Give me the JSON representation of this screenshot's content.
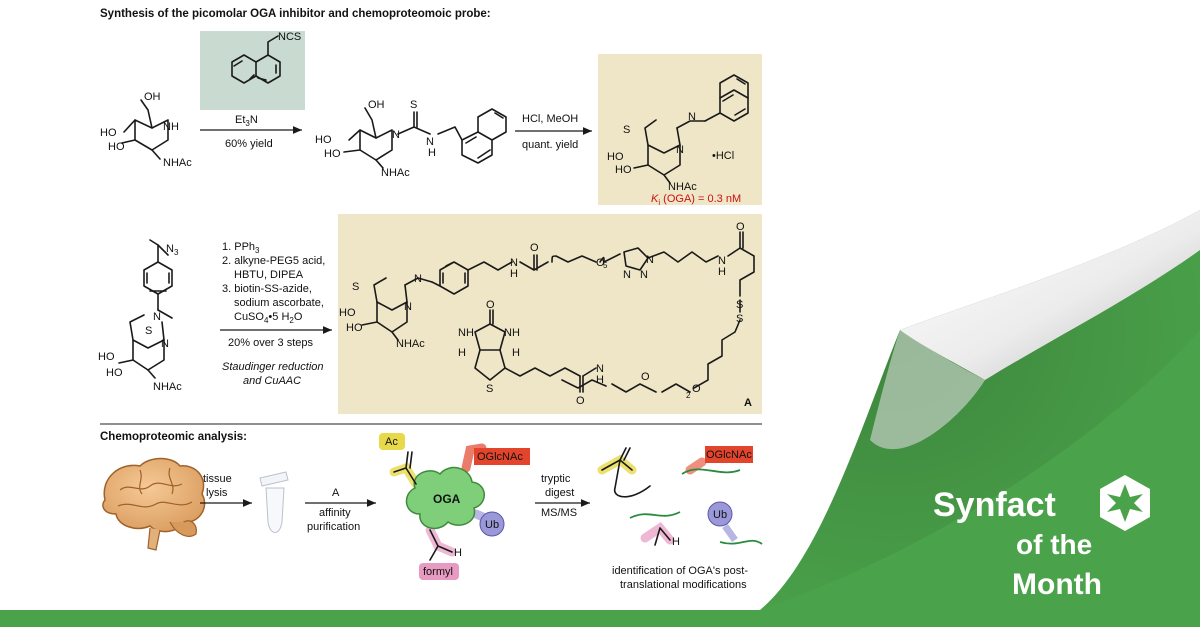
{
  "section1_title": "Synthesis of the picomolar OGA inhibitor and chemoproteomoic probe:",
  "section2_title": "Chemoproteomic analysis:",
  "step1": {
    "reagent_ncs": "NCS",
    "base": "Et",
    "base_sub": "3",
    "base_tail": "N",
    "yield": "60% yield"
  },
  "step2": {
    "reagent": "HCl, MeOH",
    "yield": "quant. yield"
  },
  "product": {
    "salt": "•HCl",
    "ki_k": "K",
    "ki_sub": "i",
    "ki_text": " (OGA) = 0.3 nM"
  },
  "step3": {
    "line1_a": "1. PPh",
    "line1_sub": "3",
    "line2": "2. alkyne-PEG5 acid,",
    "line3": "HBTU, DIPEA",
    "line4": "3. biotin-SS-azide,",
    "line5": "sodium ascorbate,",
    "line6_a": "CuSO",
    "line6_sub": "4",
    "line6_b": "•5 H",
    "line6_sub2": "2",
    "line6_c": "O",
    "yield": "20% over 3 steps",
    "note1": "Staudinger reduction",
    "note2": "and CuAAC"
  },
  "atoms": {
    "OH": "OH",
    "HO": "HO",
    "NH": "NH",
    "N": "N",
    "NHAc": "NHAc",
    "S": "S",
    "H": "H",
    "O": "O",
    "N3": "N",
    "N3_sub": "3",
    "sub5": "5",
    "sub2": "2",
    "probe_label": "A"
  },
  "analysis": {
    "step_lysis_1": "tissue",
    "step_lysis_2": "lysis",
    "reagent_A": "A",
    "step_affinity_1": "affinity",
    "step_affinity_2": "purification",
    "step_digest_1": "tryptic",
    "step_digest_2": "digest",
    "step_ms": "MS/MS",
    "protein": "OGA",
    "ptm_ac": "Ac",
    "ptm_oglcnac": "OGlcNAc",
    "ptm_ub": "Ub",
    "ptm_formyl": "formyl",
    "result_1": "identification of OGA's post-",
    "result_2": "translational modifications"
  },
  "brand": {
    "line1": "Synfact",
    "line2": "of the",
    "line3": "Month"
  },
  "colors": {
    "background_green": "#4aa24a",
    "highlight_box": "#efe6c7",
    "reagent_box": "#c9dbd1",
    "ki_red": "#cc1111",
    "italic_blue": "#1a2a7a",
    "ac_yellow": "#e8d94a",
    "oglcnac_red": "#e2452b",
    "ub_purple": "#9a98d8",
    "formyl_pink": "#e79ac2",
    "oga_green": "#7fcf7a"
  }
}
